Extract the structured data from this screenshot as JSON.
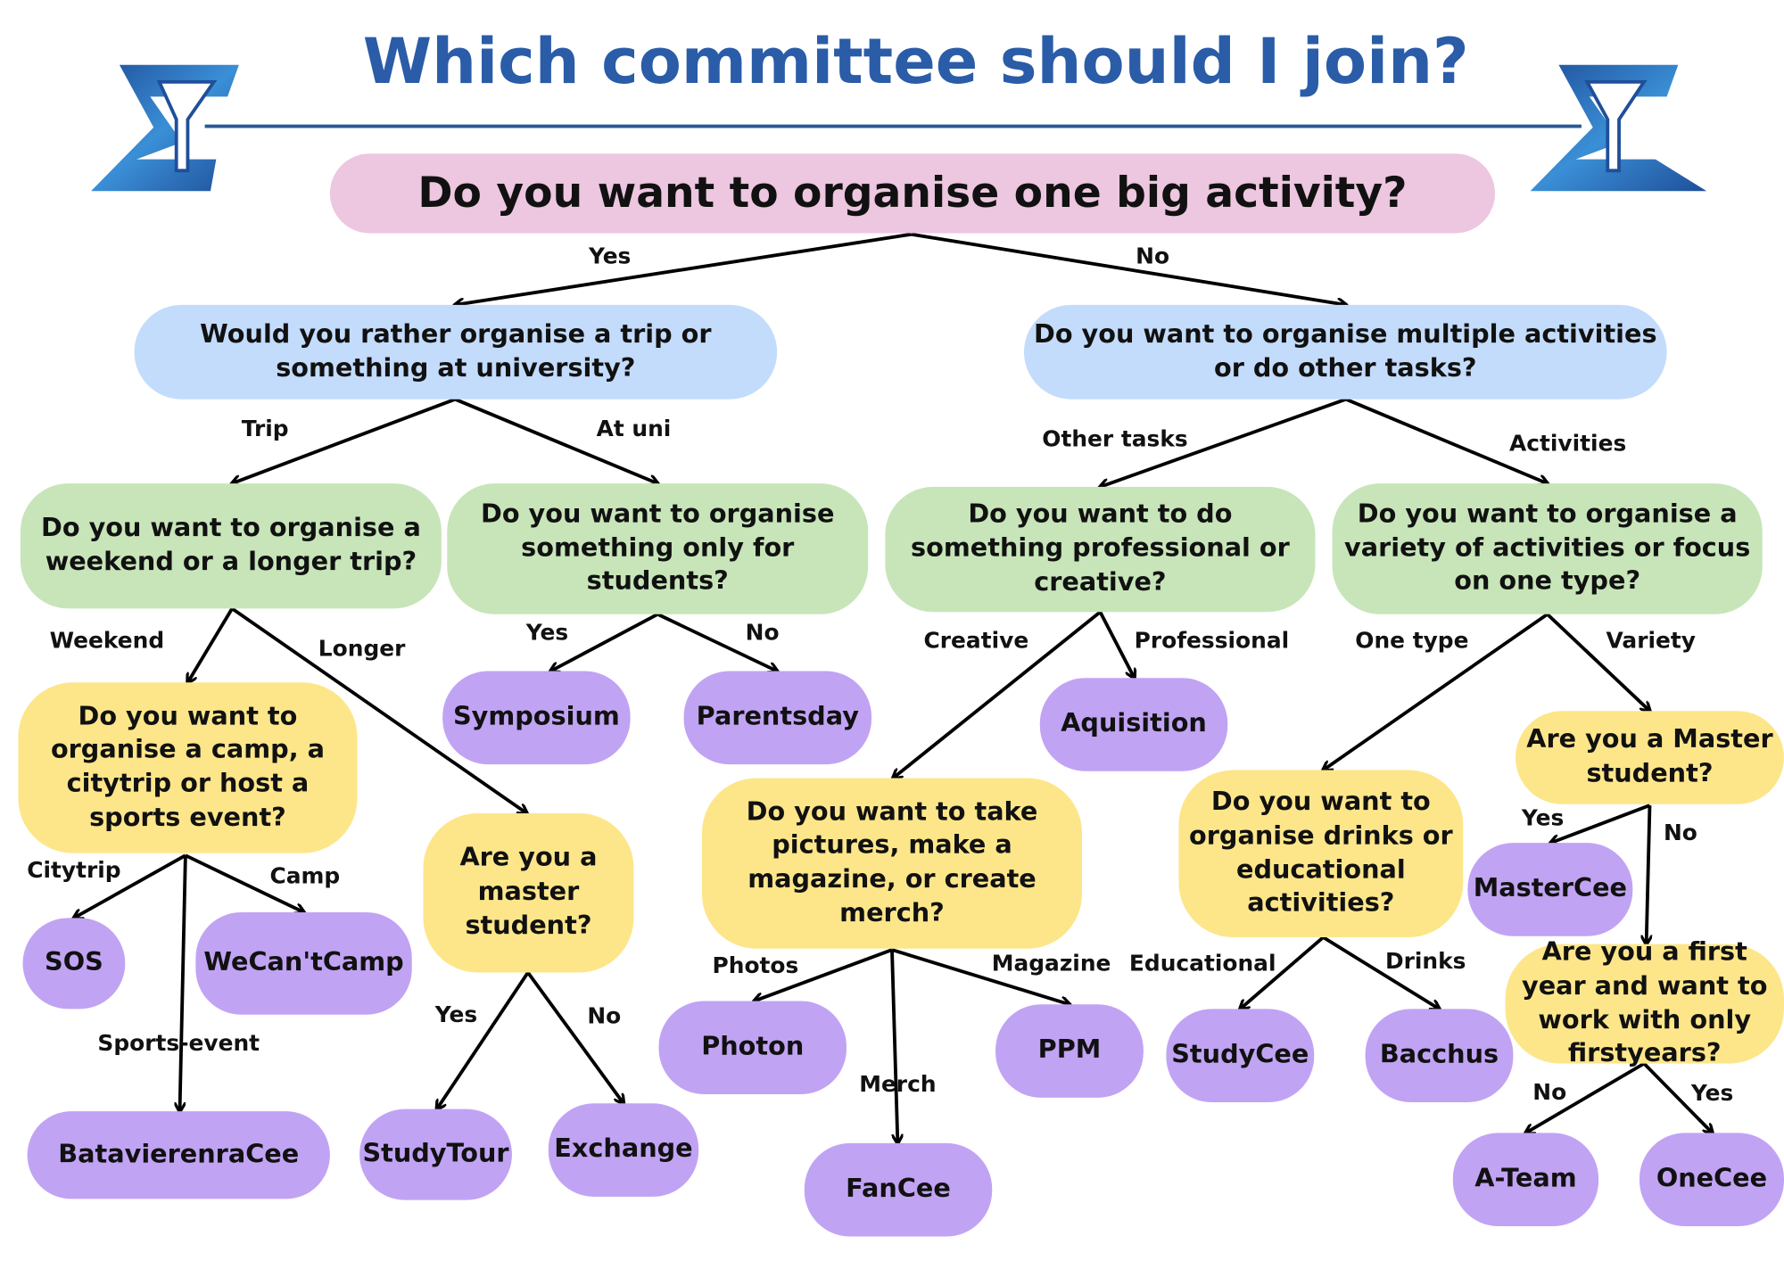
{
  "title": "Which committee should I join?",
  "colors": {
    "title": "#2a5ca8",
    "pink": "#edc6df",
    "blue": "#c3dcfc",
    "green": "#c7e5b9",
    "yellow": "#fde68a",
    "purple": "#c1a3f4"
  },
  "nodes": {
    "q0": "Do you want to organise one big activity?",
    "q1": "Would you rather organise a trip or something at university?",
    "q2": "Do you want to organise multiple activities or do other tasks?",
    "q3": "Do you  want to organise a weekend or a longer trip?",
    "q4": "Do you want to organise something only for students?",
    "q5": "Do you want to do something professional or creative?",
    "q6": "Do you want to organise a variety of activities or focus on one type?",
    "q7": "Do you want to organise a camp, a citytrip or host a sports event?",
    "q8": "Are you a master student?",
    "q9": "Do you want to take pictures, make a magazine, or create merch?",
    "q10": "Do you want to organise drinks or educational activities?",
    "q11": "Are you a Master student?",
    "q12": "Are you a first year and want to work with only firstyears?",
    "symposium": "Symposium",
    "parentsday": "Parentsday",
    "aquisition": "Aquisition",
    "sos": "SOS",
    "wecantcamp": "WeCan'tCamp",
    "batavierenracee": "BatavierenraCee",
    "studytour": "StudyTour",
    "exchange": "Exchange",
    "photon": "Photon",
    "ppm": "PPM",
    "fancee": "FanCee",
    "studycee": "StudyCee",
    "bacchus": "Bacchus",
    "mastercee": "MasterCee",
    "ateam": "A-Team",
    "onecee": "OneCee"
  },
  "edges": [
    "Yes",
    "No",
    "Trip",
    "At uni",
    "Other tasks",
    "Activities",
    "Weekend",
    "Longer",
    "Yes",
    "No",
    "Creative",
    "Professional",
    "One type",
    "Variety",
    "Citytrip",
    "Camp",
    "Sports-event",
    "Yes",
    "No",
    "Photos",
    "Merch",
    "Magazine",
    "Educational",
    "Drinks",
    "Yes",
    "No",
    "No",
    "Yes"
  ]
}
